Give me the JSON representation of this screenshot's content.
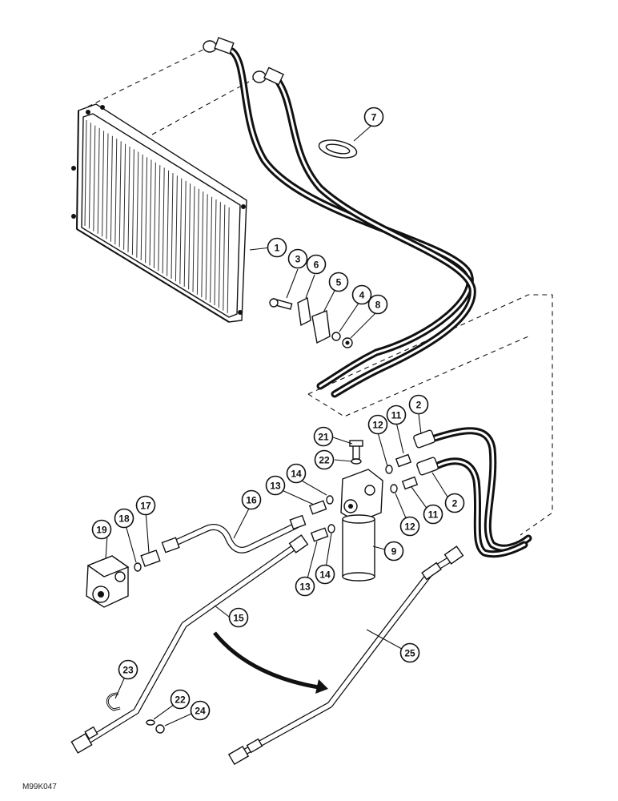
{
  "callouts": [
    {
      "id": "c1",
      "label": "1"
    },
    {
      "id": "c3",
      "label": "3"
    },
    {
      "id": "c6",
      "label": "6"
    },
    {
      "id": "c5",
      "label": "5"
    },
    {
      "id": "c4",
      "label": "4"
    },
    {
      "id": "c8",
      "label": "8"
    },
    {
      "id": "c7",
      "label": "7"
    },
    {
      "id": "c2a",
      "label": "2"
    },
    {
      "id": "c11a",
      "label": "11"
    },
    {
      "id": "c12a",
      "label": "12"
    },
    {
      "id": "c21",
      "label": "21"
    },
    {
      "id": "c22a",
      "label": "22"
    },
    {
      "id": "c14a",
      "label": "14"
    },
    {
      "id": "c13a",
      "label": "13"
    },
    {
      "id": "c16",
      "label": "16"
    },
    {
      "id": "c17",
      "label": "17"
    },
    {
      "id": "c18",
      "label": "18"
    },
    {
      "id": "c19",
      "label": "19"
    },
    {
      "id": "c2b",
      "label": "2"
    },
    {
      "id": "c11b",
      "label": "11"
    },
    {
      "id": "c12b",
      "label": "12"
    },
    {
      "id": "c9",
      "label": "9"
    },
    {
      "id": "c13b",
      "label": "13"
    },
    {
      "id": "c14b",
      "label": "14"
    },
    {
      "id": "c15",
      "label": "15"
    },
    {
      "id": "c25",
      "label": "25"
    },
    {
      "id": "c23",
      "label": "23"
    },
    {
      "id": "c22b",
      "label": "22"
    },
    {
      "id": "c24",
      "label": "24"
    }
  ],
  "drawing_code": "M99K047"
}
